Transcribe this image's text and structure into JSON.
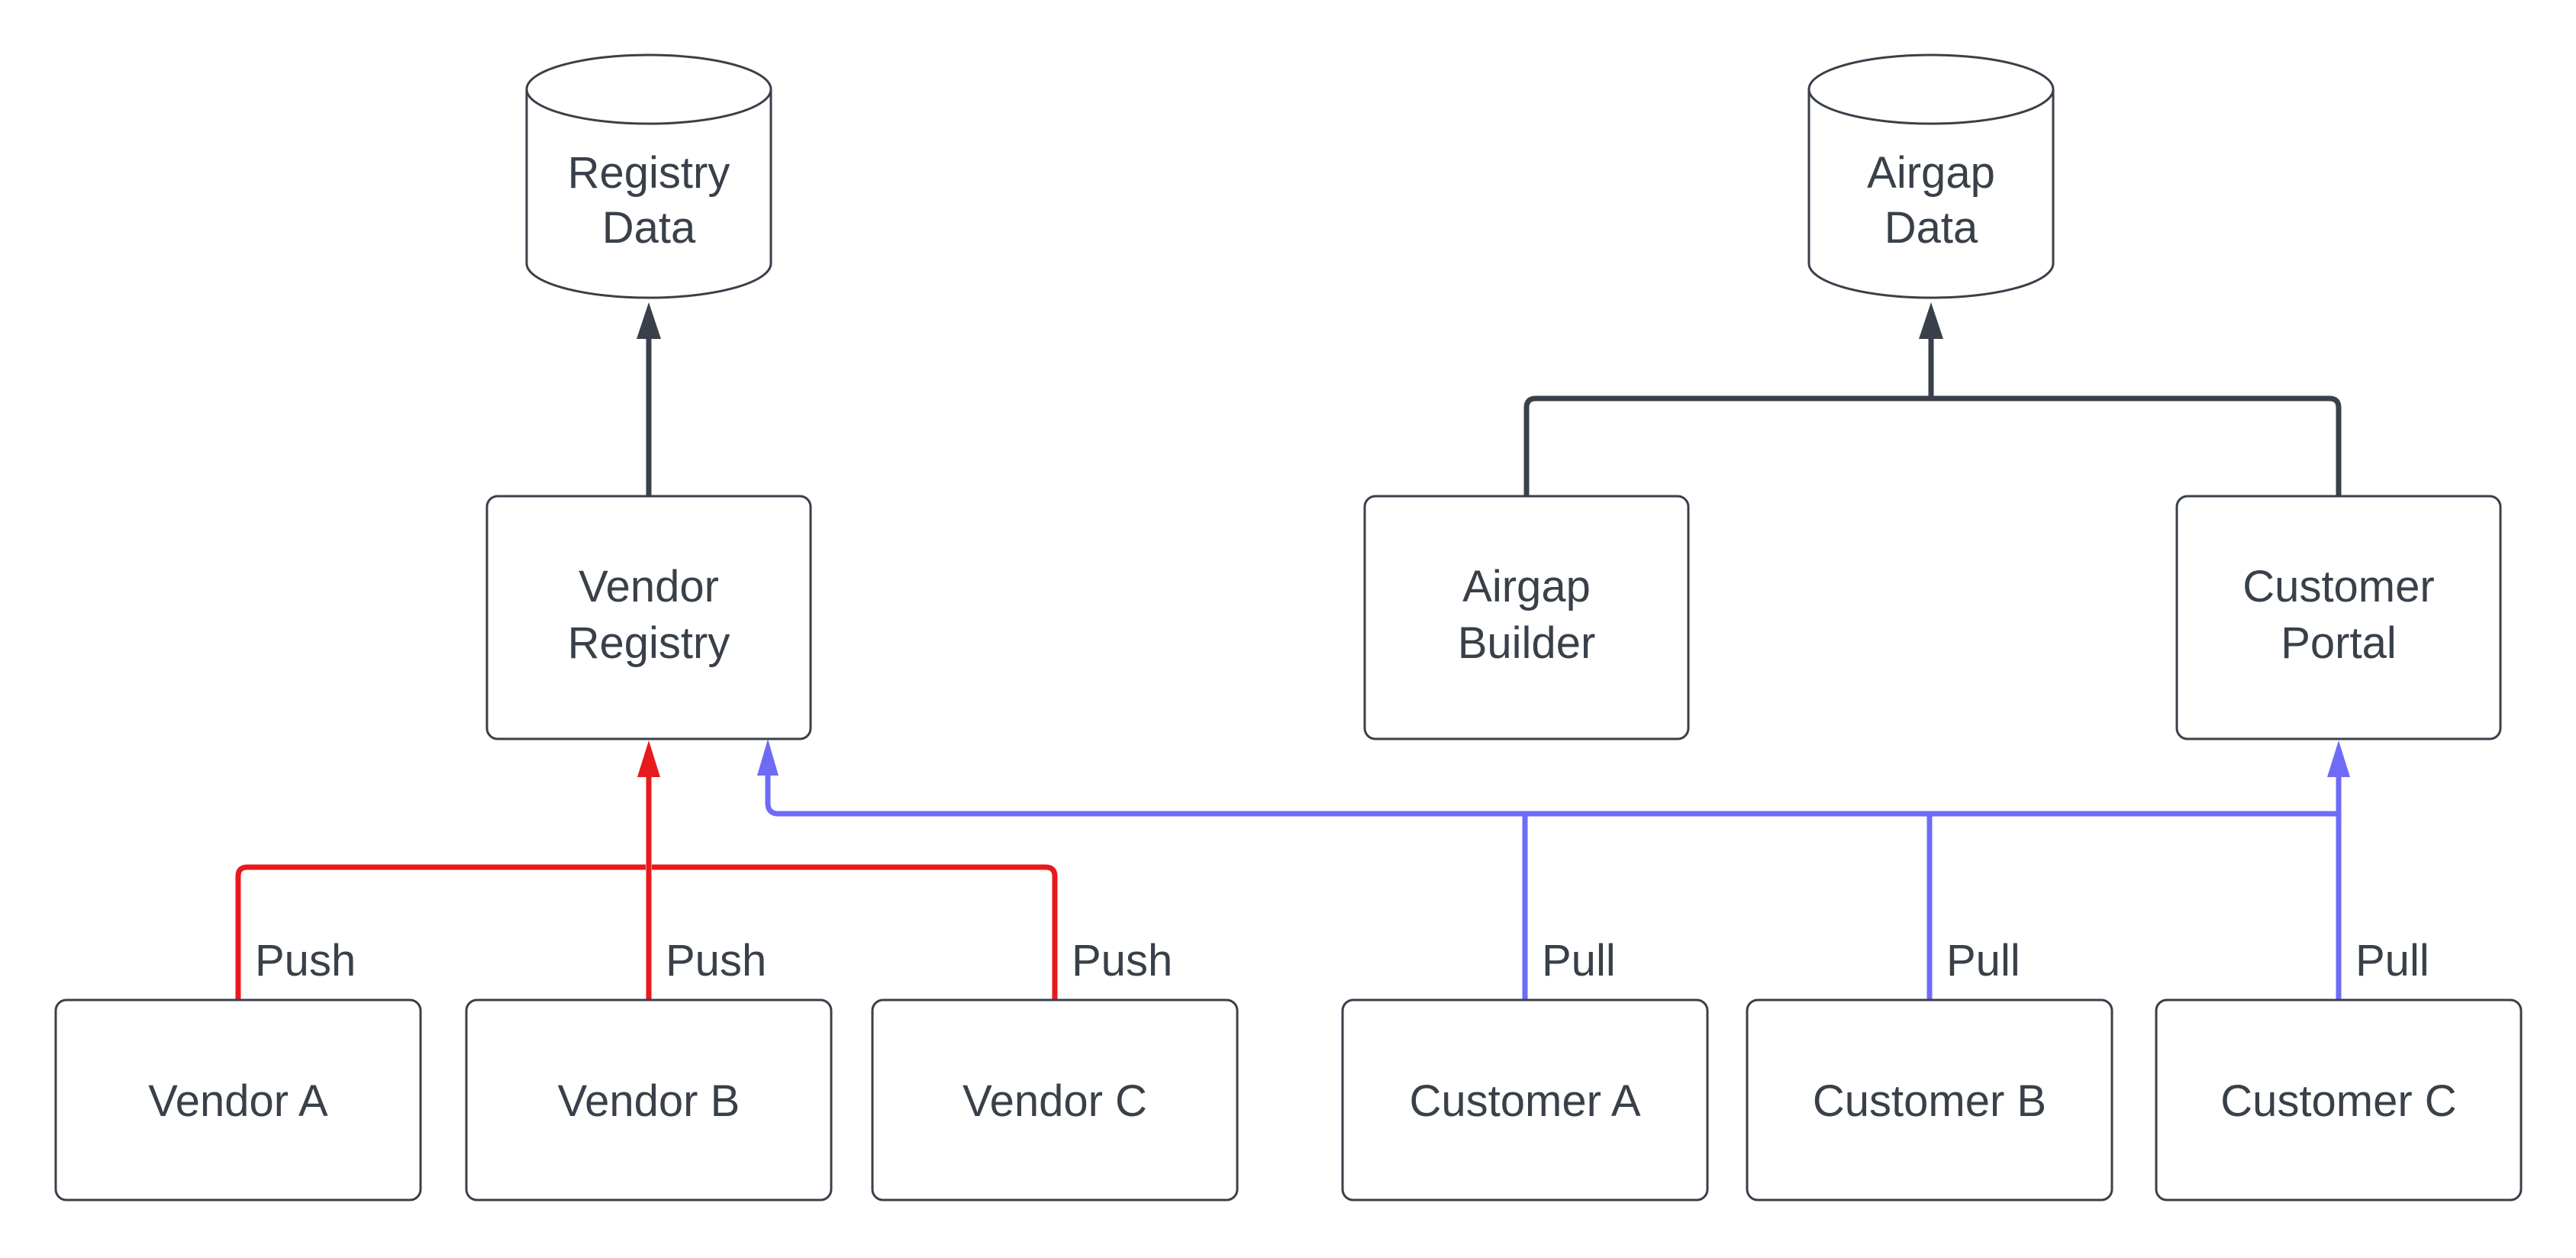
{
  "colors": {
    "background": "#ffffff",
    "node_fill": "#ffffff",
    "stroke_dark": "#394049",
    "text": "#394049",
    "push_red": "#e8191e",
    "pull_blue": "#6e6cf6"
  },
  "nodes": {
    "registry_data": {
      "type": "cylinder",
      "line1": "Registry",
      "line2": "Data"
    },
    "airgap_data": {
      "type": "cylinder",
      "line1": "Airgap",
      "line2": "Data"
    },
    "vendor_registry": {
      "type": "box",
      "line1": "Vendor",
      "line2": "Registry"
    },
    "airgap_builder": {
      "type": "box",
      "line1": "Airgap",
      "line2": "Builder"
    },
    "customer_portal": {
      "type": "box",
      "line1": "Customer",
      "line2": "Portal"
    },
    "vendor_a": {
      "type": "box",
      "label": "Vendor A"
    },
    "vendor_b": {
      "type": "box",
      "label": "Vendor B"
    },
    "vendor_c": {
      "type": "box",
      "label": "Vendor C"
    },
    "customer_a": {
      "type": "box",
      "label": "Customer A"
    },
    "customer_b": {
      "type": "box",
      "label": "Customer B"
    },
    "customer_c": {
      "type": "box",
      "label": "Customer C"
    }
  },
  "edges": {
    "items": [
      {
        "from": "vendor_registry",
        "to": "registry_data",
        "color": "dark",
        "label": ""
      },
      {
        "from": "airgap_builder",
        "to": "airgap_data",
        "color": "dark",
        "label": ""
      },
      {
        "from": "customer_portal",
        "to": "airgap_data",
        "color": "dark",
        "label": ""
      },
      {
        "from": "vendor_a",
        "to": "vendor_registry",
        "color": "red",
        "label": "Push"
      },
      {
        "from": "vendor_b",
        "to": "vendor_registry",
        "color": "red",
        "label": "Push"
      },
      {
        "from": "vendor_c",
        "to": "vendor_registry",
        "color": "red",
        "label": "Push"
      },
      {
        "from": "customer_a",
        "to": "vendor_registry",
        "color": "blue",
        "label": "Pull"
      },
      {
        "from": "customer_b",
        "to": "vendor_registry",
        "color": "blue",
        "label": "Pull"
      },
      {
        "from": "customer_c",
        "to": "vendor_registry",
        "color": "blue",
        "label": "Pull"
      },
      {
        "from": "customer_c",
        "to": "customer_portal",
        "color": "blue",
        "label": ""
      }
    ]
  }
}
